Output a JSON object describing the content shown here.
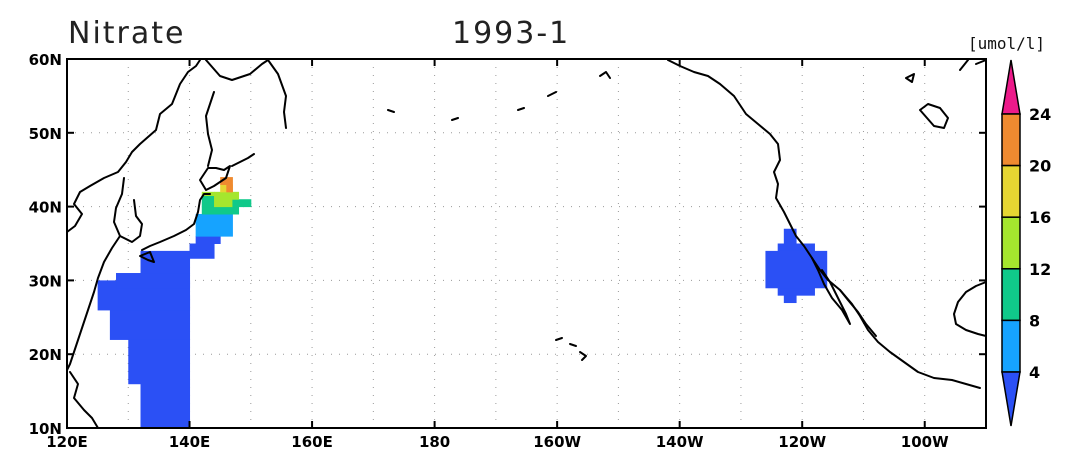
{
  "title": {
    "variable": "Nitrate",
    "date": "1993-1"
  },
  "colorbar": {
    "units": "[umol/l]",
    "ticks": [
      "4",
      "8",
      "12",
      "16",
      "20",
      "24"
    ],
    "colors": [
      "#2b50f5",
      "#16a3ff",
      "#10c98a",
      "#a5e62e",
      "#e6d632",
      "#ef8a30",
      "#ec1a8a"
    ]
  },
  "axes": {
    "x_ticks": [
      "120E",
      "140E",
      "160E",
      "180",
      "160W",
      "140W",
      "120W",
      "100W"
    ],
    "y_ticks": [
      "10N",
      "20N",
      "30N",
      "40N",
      "50N",
      "60N"
    ]
  },
  "map_data": {
    "lon_range": [
      120,
      270
    ],
    "lat_range": [
      10,
      60
    ],
    "bins": [
      0,
      4,
      8,
      12,
      16,
      20,
      24
    ],
    "cells": [
      {
        "lon": 132,
        "lat": 10,
        "w": 8,
        "h": 6,
        "bin": 0
      },
      {
        "lon": 130,
        "lat": 16,
        "w": 10,
        "h": 6,
        "bin": 0
      },
      {
        "lon": 127,
        "lat": 22,
        "w": 13,
        "h": 6,
        "bin": 0
      },
      {
        "lon": 125,
        "lat": 26,
        "w": 15,
        "h": 4,
        "bin": 0
      },
      {
        "lon": 128,
        "lat": 29,
        "w": 12,
        "h": 2,
        "bin": 0
      },
      {
        "lon": 132,
        "lat": 31,
        "w": 8,
        "h": 3,
        "bin": 0
      },
      {
        "lon": 140,
        "lat": 33,
        "w": 4,
        "h": 2,
        "bin": 0
      },
      {
        "lon": 141,
        "lat": 35,
        "w": 4,
        "h": 1,
        "bin": 0
      },
      {
        "lon": 141,
        "lat": 36,
        "w": 6,
        "h": 3,
        "bin": 1
      },
      {
        "lon": 142,
        "lat": 39,
        "w": 6,
        "h": 1,
        "bin": 2
      },
      {
        "lon": 142,
        "lat": 40,
        "w": 2,
        "h": 1.5,
        "bin": 2
      },
      {
        "lon": 142,
        "lat": 41.5,
        "w": 2,
        "h": 0.5,
        "bin": 3
      },
      {
        "lon": 144,
        "lat": 40,
        "w": 3,
        "h": 1,
        "bin": 3
      },
      {
        "lon": 147,
        "lat": 40,
        "w": 3,
        "h": 1,
        "bin": 2
      },
      {
        "lon": 144,
        "lat": 41,
        "w": 4,
        "h": 1,
        "bin": 3
      },
      {
        "lon": 145,
        "lat": 42,
        "w": 2,
        "h": 1,
        "bin": 4
      },
      {
        "lon": 145,
        "lat": 43,
        "w": 1,
        "h": 1,
        "bin": 5
      },
      {
        "lon": 146,
        "lat": 42,
        "w": 1,
        "h": 2,
        "bin": 5
      },
      {
        "lon": 236,
        "lat": 28,
        "w": 6,
        "h": 7,
        "bin": 0
      },
      {
        "lon": 234,
        "lat": 29,
        "w": 10,
        "h": 5,
        "bin": 0
      },
      {
        "lon": 237,
        "lat": 27,
        "w": 2,
        "h": 1,
        "bin": 0
      },
      {
        "lon": 237,
        "lat": 35,
        "w": 2,
        "h": 2,
        "bin": 0
      }
    ]
  }
}
